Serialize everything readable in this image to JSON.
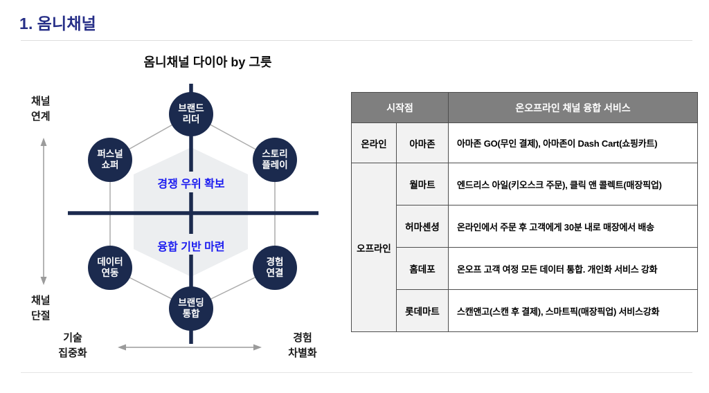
{
  "page": {
    "title_number": "1.",
    "title": "옴니채널"
  },
  "diagram": {
    "title": "옴니채널 다이아 by 그릇",
    "nodes": {
      "top": "브랜드\n리더",
      "upper_left": "퍼스널\n쇼퍼",
      "upper_right": "스토리\n플레이",
      "lower_left": "데이터\n연동",
      "lower_right": "경험\n연결",
      "bottom": "브랜딩\n통합"
    },
    "center_labels": {
      "upper": "경쟁 우위 확보",
      "lower": "융합 기반 마련"
    },
    "axis": {
      "left_top": "채널\n연계",
      "left_bottom": "채널\n단절",
      "bottom_left": "기술\n집중화",
      "bottom_right": "경험\n차별화"
    },
    "colors": {
      "node_navy": "#1b2a4e",
      "cross_navy": "#1b2a4e",
      "hexagon_fill": "#eceef0",
      "connector_gray": "#ababab",
      "axis_gray": "#9b9b9b",
      "accent_blue": "#1b1bf0",
      "title_blue": "#262e87"
    }
  },
  "table": {
    "headers": {
      "start_point": "시작점",
      "service": "온오프라인 채널 융합 서비스"
    },
    "groups": [
      {
        "channel": "온라인",
        "rows": [
          {
            "company": "아마존",
            "service": "아마존 GO(무인 결제), 아마존이 Dash Cart(쇼핑카트)"
          }
        ]
      },
      {
        "channel": "오프라인",
        "rows": [
          {
            "company": "월마트",
            "service": "엔드리스 아일(키오스크 주문), 클릭 앤 콜렉트(매장픽업)"
          },
          {
            "company": "허마셴셩",
            "service": "온라인에서 주문 후 고객에게 30분 내로 매장에서 배송"
          },
          {
            "company": "홈데포",
            "service": "온오프 고객 여정 모든 데이터 통합. 개인화 서비스 강화"
          },
          {
            "company": "롯데마트",
            "service": "스캔앤고(스캔 후 결제), 스마트픽(매장픽업) 서비스강화"
          }
        ]
      }
    ]
  }
}
